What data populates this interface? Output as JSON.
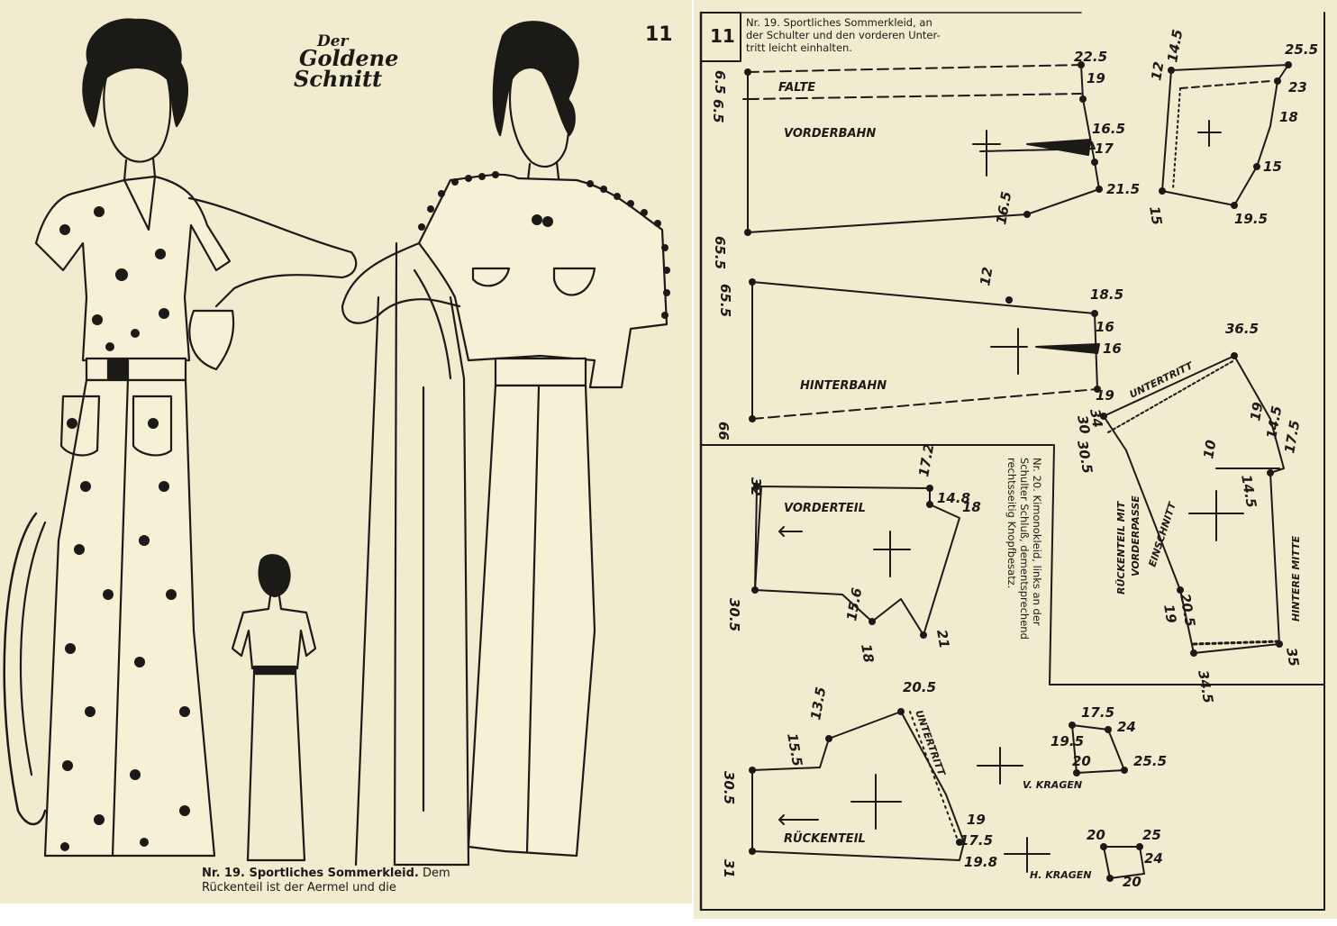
{
  "left_page": {
    "page_number": "11",
    "logo": [
      "Der",
      "Goldene",
      "Schnitt"
    ],
    "caption_bold": "Nr. 19. Sportliches Sommerkleid.",
    "caption_rest_1": "Dem",
    "caption_line_2": "Rückenteil ist der Aermel und die"
  },
  "right_page": {
    "page_number": "11",
    "header_note": [
      "Nr. 19. Sportliches Sommerkleid, an",
      "der Schulter und den vorderen Unter-",
      "tritt leicht einhalten."
    ],
    "side_note": [
      "Nr. 20. Kimonokleid, links an der",
      "Schulter Schluß, dementsprechend",
      "rechtsseitig Knopfbesatz."
    ],
    "labels": {
      "falte": "FALTE",
      "vorderbahn": "VORDERBAHN",
      "hinterbahn": "HINTERBAHN",
      "vorderteil": "VORDERTEIL",
      "rueckenteil": "RÜCKENTEIL",
      "untertritt_1": "UNTERTRITT",
      "untertritt_2": "UNTERTRITT",
      "rueckenteil_mit": "RÜCKENTEIL MIT",
      "vorderpasse": "VORDERPASSE",
      "einschnitt": "EINSCHNITT",
      "hintere_mitte": "HINTERE MITTE",
      "v_kragen": "V. KRAGEN",
      "h_kragen": "H. KRAGEN"
    },
    "measurements": {
      "m_22_5": "22.5",
      "m_19_a": "19",
      "m_6_5_a": "6.5",
      "m_6_5_b": "6.5",
      "m_16_5_a": "16.5",
      "m_17_a": "17",
      "m_21_5": "21.5",
      "m_16_5_b": "16.5",
      "m_65_5_a": "65.5",
      "m_12_a": "12",
      "m_14_5_a": "14.5",
      "m_25_5_a": "25.5",
      "m_23": "23",
      "m_18_a": "18",
      "m_15_a": "15",
      "m_19_5_a": "19.5",
      "m_15_b": "15",
      "m_65_5_b": "65.5",
      "m_12_b": "12",
      "m_18_5": "18.5",
      "m_16_a": "16",
      "m_16_b": "16",
      "m_19_b": "19",
      "m_66": "66",
      "m_36_5": "36.5",
      "m_34": "34",
      "m_30_a": "30",
      "m_30_5_a": "30.5",
      "m_19_c": "19",
      "m_14_5_b": "14.5",
      "m_10": "10",
      "m_14_5_c": "14.5",
      "m_17_5_a": "17.5",
      "m_32": "32",
      "m_17_2": "17.2",
      "m_14_8": "14.8",
      "m_18_b": "18",
      "m_30_5_b": "30.5",
      "m_15_6": "15.6",
      "m_18_c": "18",
      "m_21": "21",
      "m_20_5_a": "20.5",
      "m_19_d": "19",
      "m_34_5": "34.5",
      "m_35": "35",
      "m_20_5_b": "20.5",
      "m_15_5": "15.5",
      "m_13_5": "13.5",
      "m_30_5_c": "30.5",
      "m_17_5_b": "17.5",
      "m_19_5_b": "19.5",
      "m_24_a": "24",
      "m_20_a": "20",
      "m_25_5_b": "25.5",
      "m_19_e": "19",
      "m_17_5_c": "17.5",
      "m_19_8": "19.8",
      "m_31": "31",
      "m_20_b": "20",
      "m_25": "25",
      "m_24_b": "24",
      "m_20_c": "20"
    }
  }
}
